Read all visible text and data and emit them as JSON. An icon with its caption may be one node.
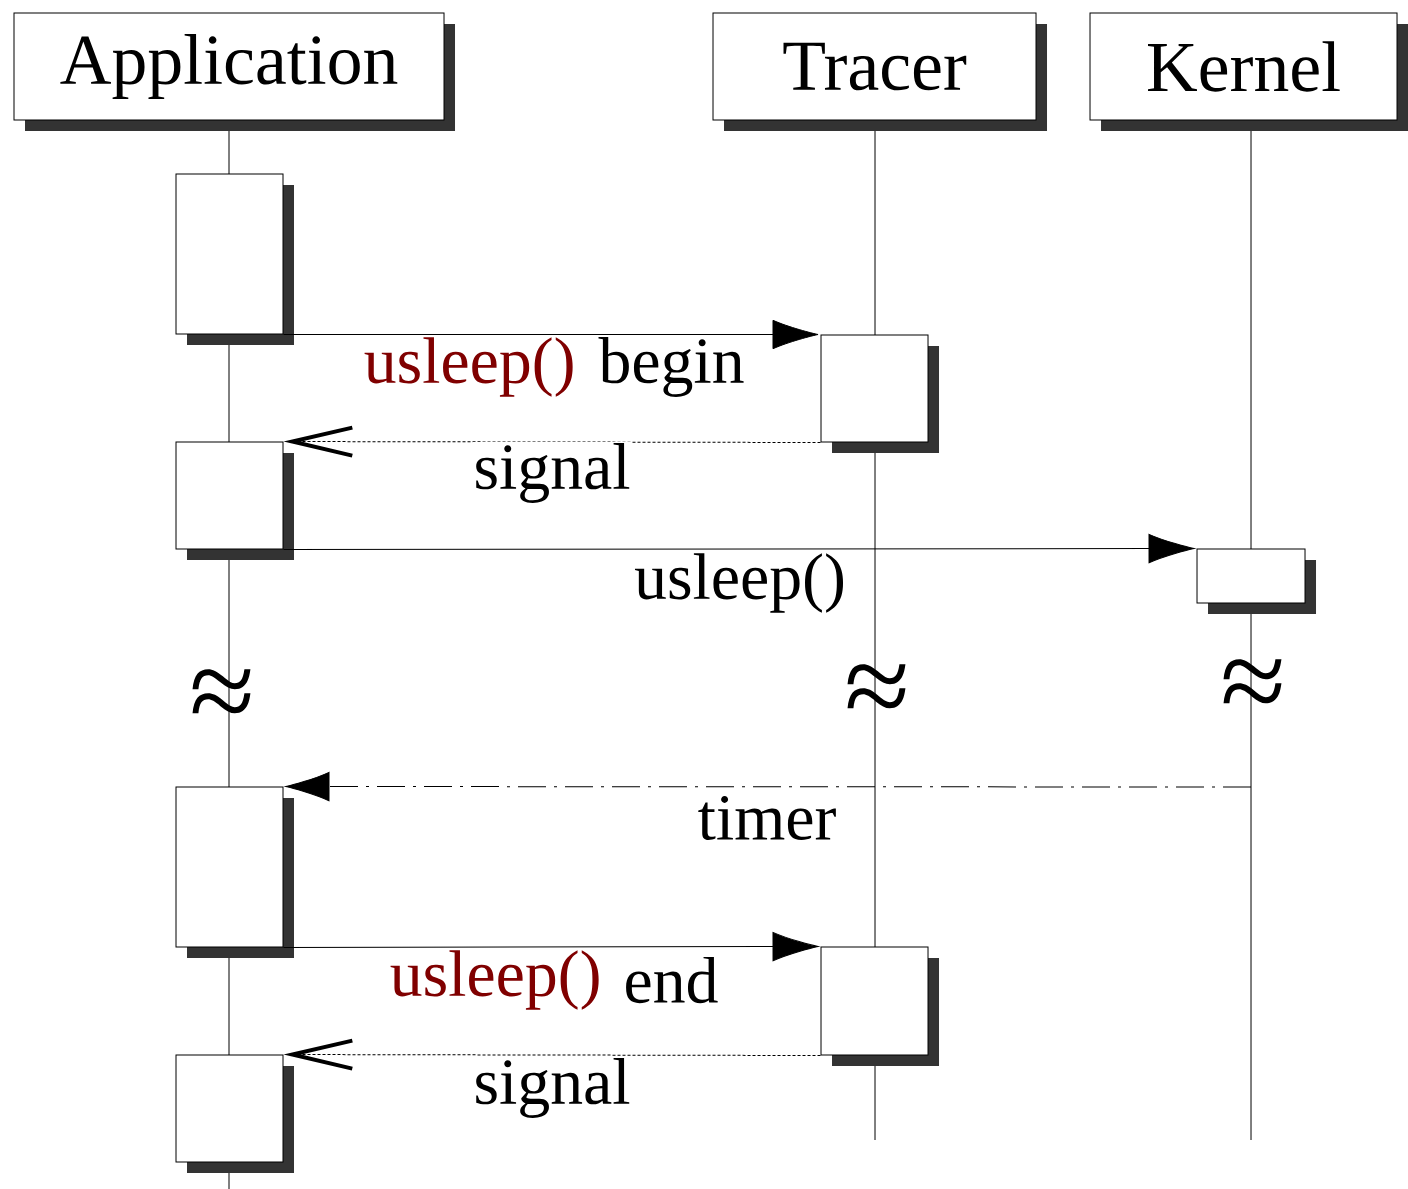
{
  "diagram": {
    "nodes": [
      {
        "text": [
          "Application"
        ]
      },
      {
        "text": [
          "Tracer"
        ]
      },
      {
        "text": [
          "Kernel"
        ]
      },
      {
        "text": [],
        "shape": "box"
      },
      {
        "text": [],
        "shape": "box"
      },
      {
        "text": [],
        "shape": "box"
      },
      {
        "text": [],
        "shape": "box"
      },
      {
        "text": [],
        "shape": "box"
      },
      {
        "text": [],
        "shape": "box"
      },
      {
        "text": [],
        "shape": "box"
      }
    ],
    "edges": [
      {
        "from": 3,
        "to": 4,
        "arrow": "to",
        "label": "begin"
      },
      {
        "from": 4,
        "to": 5,
        "arrow": "to",
        "label": "signal",
        "style": "dashed"
      },
      {
        "from": 5,
        "to": 6,
        "arrow": "to",
        "label": "usleep()"
      },
      {
        "from": null,
        "to": 7,
        "arrow": "to",
        "label": "timer",
        "style": "dashed"
      },
      {
        "from": 7,
        "to": 8,
        "arrow": "to",
        "label": "end"
      },
      {
        "from": 8,
        "to": 9,
        "arrow": "to",
        "label": "signal",
        "style": "dashed"
      }
    ],
    "labels": [
      "usleep()",
      "≈",
      "≈",
      "≈",
      "usleep()"
    ]
  }
}
